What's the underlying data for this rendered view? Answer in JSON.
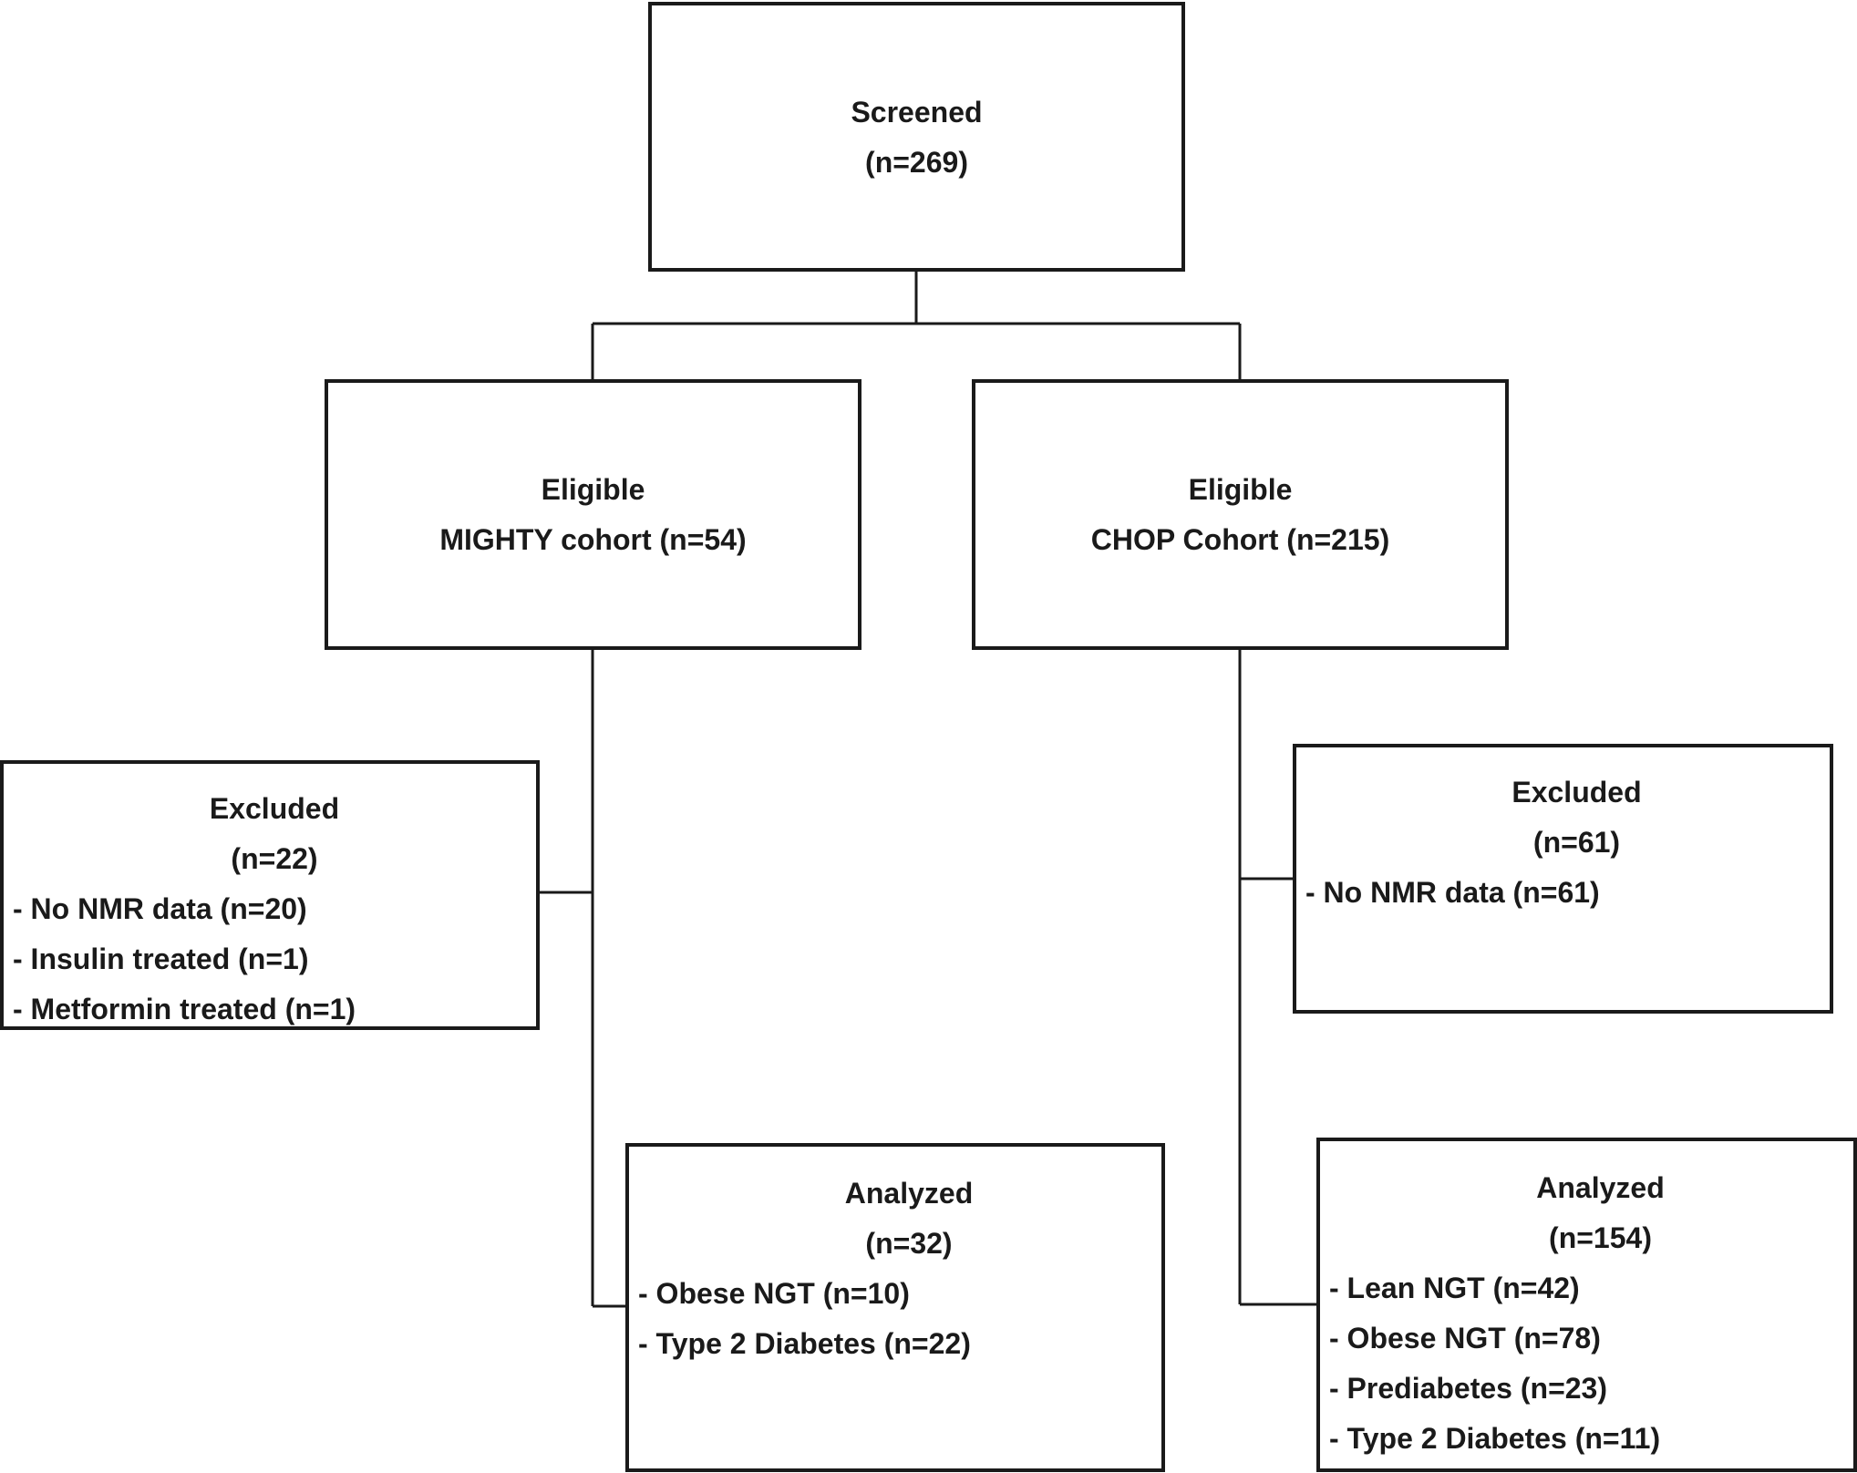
{
  "screened": {
    "title": "Screened",
    "count": "(n=269)"
  },
  "mighty": {
    "eligible": {
      "title": "Eligible",
      "subtitle": "MIGHTY cohort (n=54)"
    },
    "excluded": {
      "title": "Excluded",
      "count": "(n=22)",
      "items": [
        "- No NMR data (n=20)",
        "- Insulin treated (n=1)",
        "- Metformin treated (n=1)"
      ]
    },
    "analyzed": {
      "title": "Analyzed",
      "count": "(n=32)",
      "items": [
        "- Obese NGT (n=10)",
        "- Type 2 Diabetes (n=22)"
      ]
    }
  },
  "chop": {
    "eligible": {
      "title": "Eligible",
      "subtitle": "CHOP Cohort (n=215)"
    },
    "excluded": {
      "title": "Excluded",
      "count": "(n=61)",
      "items": [
        "- No NMR data (n=61)"
      ]
    },
    "analyzed": {
      "title": "Analyzed",
      "count": "(n=154)",
      "items": [
        "- Lean NGT (n=42)",
        "- Obese NGT (n=78)",
        "- Prediabetes (n=23)",
        "- Type 2 Diabetes (n=11)"
      ]
    }
  },
  "colors": {
    "line": "#1a1a1a",
    "background": "#ffffff"
  }
}
